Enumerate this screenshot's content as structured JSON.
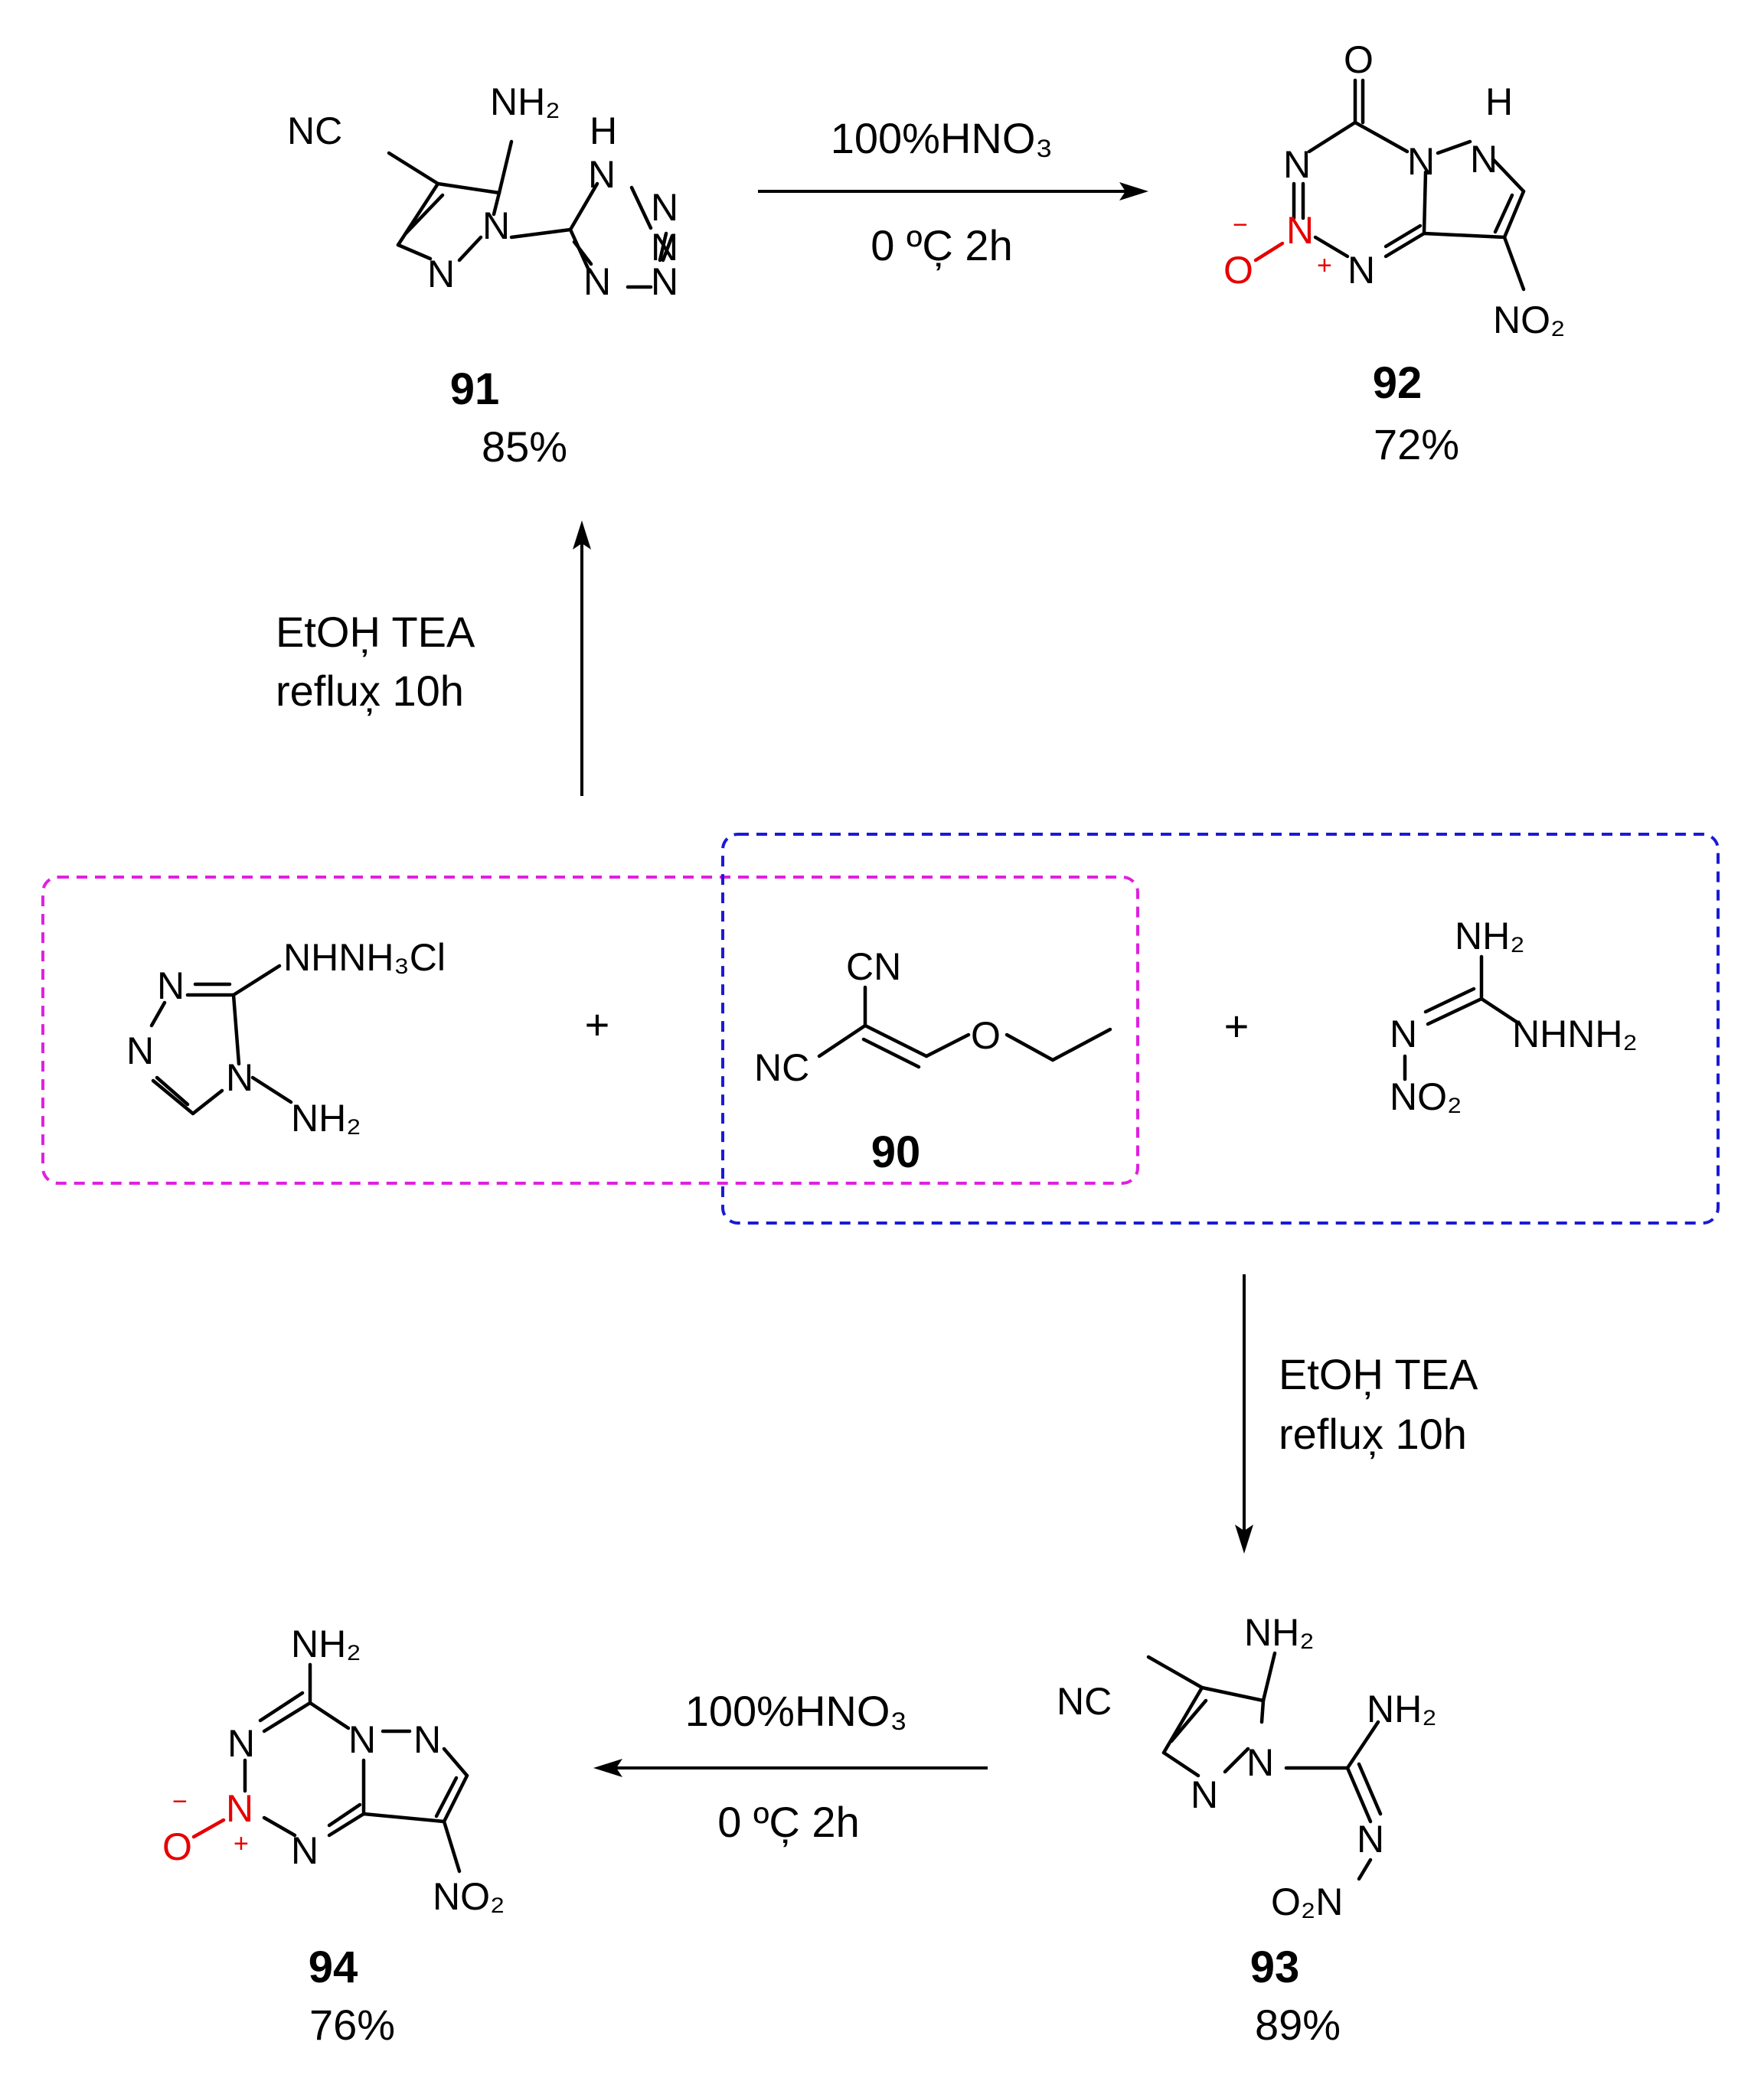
{
  "compounds": {
    "c91": {
      "number": "91",
      "yield": "85%"
    },
    "c92": {
      "number": "92",
      "yield": "72%"
    },
    "c90": {
      "number": "90"
    },
    "c93": {
      "number": "93",
      "yield": "89%"
    },
    "c94": {
      "number": "94",
      "yield": "76%"
    }
  },
  "reagents": {
    "plus": "+"
  },
  "conditions": {
    "up": {
      "line1": "EtOH̦   TEA",
      "line2": "reflux̦   10h"
    },
    "down": {
      "line1": "EtOH̦   TEA",
      "line2": "reflux̦   10h"
    },
    "top": {
      "line1": "100%HNO₃",
      "line2": "0 ºC̦   2h"
    },
    "bottom": {
      "line1": "100%HNO₃",
      "line2": "0 ºC̦   2h"
    }
  },
  "atoms": {
    "NC": "NC",
    "CN": "CN",
    "N": "N",
    "H": "H",
    "O": "O",
    "O_minus": "O",
    "NH2": "NH₂",
    "NO2": "NO₂",
    "O2N": "O₂N",
    "NHNH3Cl": "NHNH₃Cl",
    "NHNH2": "NHNH₂",
    "minus": "−",
    "plus_charge": "+"
  },
  "colors": {
    "magenta_box": "#e020e0",
    "blue_box": "#1a1ad6",
    "n_oxide": "#e60000"
  }
}
